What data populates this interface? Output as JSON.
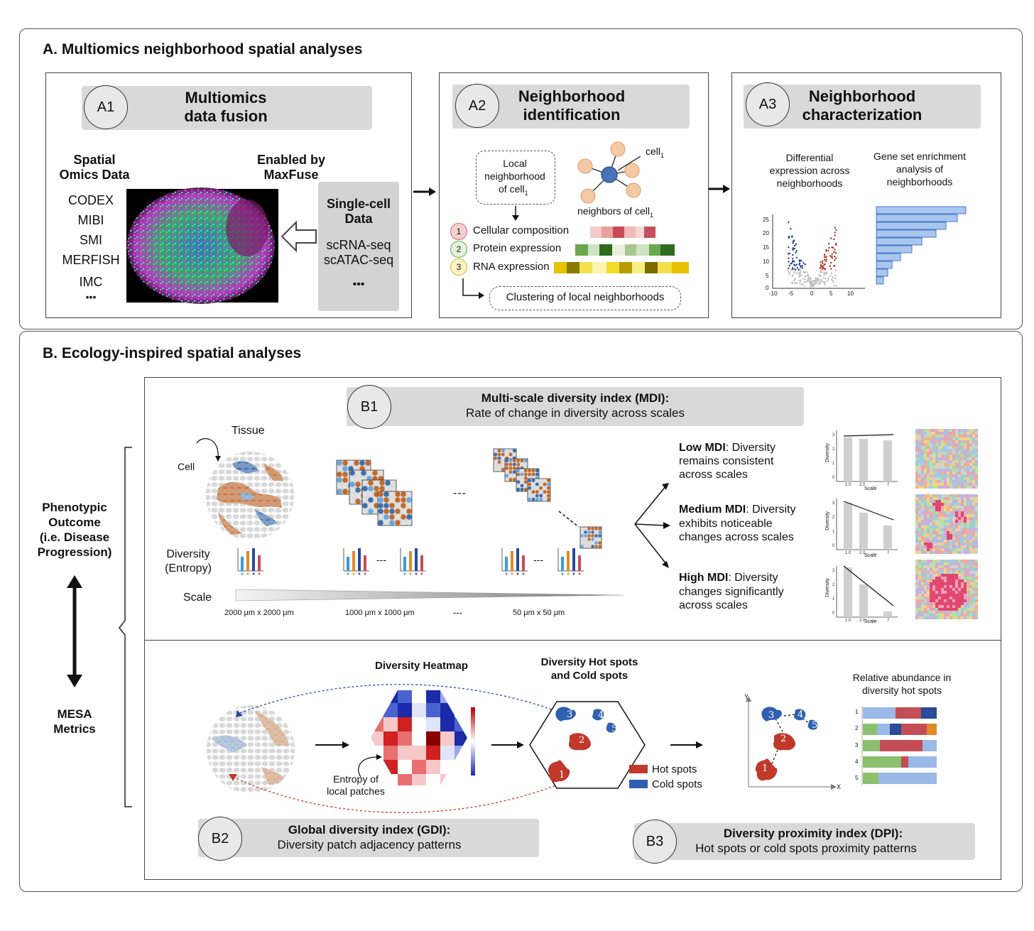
{
  "sectionA": {
    "title": "A. Multiomics neighborhood spatial analyses",
    "a1": {
      "badge": "A1",
      "title_l1": "Multiomics",
      "title_l2": "data fusion",
      "spatial_l1": "Spatial",
      "spatial_l2": "Omics Data",
      "spatial_list": [
        "CODEX",
        "MIBI",
        "SMI",
        "MERFISH",
        "IMC",
        "•••"
      ],
      "enabled_l1": "Enabled by",
      "enabled_l2": "MaxFuse",
      "sc_l1": "Single-cell",
      "sc_l2": "Data",
      "sc_list": [
        "scRNA-seq",
        "scATAC-seq",
        "•••"
      ]
    },
    "a2": {
      "badge": "A2",
      "title_l1": "Neighborhood",
      "title_l2": "identification",
      "local_l1": "Local",
      "local_l2": "neighborhood",
      "local_l3": "of cell",
      "sub1": "1",
      "cell_label": "cell",
      "neighbors_label": "neighbors of cell",
      "features": [
        {
          "num": "1",
          "label": "Cellular composition"
        },
        {
          "num": "2",
          "label": "Protein expression"
        },
        {
          "num": "3",
          "label": "RNA expression"
        }
      ],
      "clustering": "Clustering of local neighborhoods"
    },
    "a3": {
      "badge": "A3",
      "title_l1": "Neighborhood",
      "title_l2": "characterization",
      "diff_l1": "Differential",
      "diff_l2": "expression across",
      "diff_l3": "neighborhoods",
      "gsea_l1": "Gene set enrichment",
      "gsea_l2": "analysis of",
      "gsea_l3": "neighborhoods",
      "volcano_y_ticks": [
        "25",
        "20",
        "15",
        "10",
        "5",
        "0"
      ],
      "volcano_x_ticks": [
        "-10",
        "-5",
        "0",
        "5",
        "10"
      ]
    }
  },
  "sectionB": {
    "title": "B. Ecology-inspired spatial analyses",
    "left_l1": "Phenotypic",
    "left_l2": "Outcome",
    "left_l3": "(i.e. Disease",
    "left_l4": "Progression)",
    "mesa_l1": "MESA",
    "mesa_l2": "Metrics",
    "b1": {
      "badge": "B1",
      "title": "Multi-scale diversity index (MDI):",
      "subtitle": "Rate of change in diversity across scales",
      "tissue": "Tissue",
      "cell": "Cell",
      "diversity_l1": "Diversity",
      "diversity_l2": "(Entropy)",
      "scale": "Scale",
      "scales": [
        "2000 μm x 2000 μm",
        "1000 μm x 1000 μm",
        "---",
        "50 μm x 50 μm"
      ],
      "dots": "---",
      "low_b": "Low MDI",
      "low_l1": ": Diversity",
      "low_l2": "remains consistent",
      "low_l3": "across scales",
      "med_b": "Medium MDI",
      "med_l1": ": Diversity",
      "med_l2": "exhibits noticeable",
      "med_l3": "changes across scales",
      "high_b": "High MDI",
      "high_l1": ": Diversity",
      "high_l2": "changes significantly",
      "high_l3": "across scales",
      "mini_ylabel": "Diversity",
      "mini_xlabel": "Scale",
      "mini_xticks": [
        "1.0",
        "2.0",
        "...",
        "f"
      ]
    },
    "b2": {
      "badge": "B2",
      "title": "Global diversity index (GDI):",
      "subtitle": "Diversity patch adjacency patterns",
      "heatmap_title": "Diversity Heatmap",
      "entropy_l1": "Entropy of",
      "entropy_l2": "local patches",
      "hot_title_l1": "Diversity Hot spots",
      "hot_title_l2": "and Cold spots",
      "legend_hot": "Hot spots",
      "legend_cold": "Cold spots",
      "spot_labels": [
        "1",
        "2",
        "3",
        "4",
        "5"
      ]
    },
    "b3": {
      "badge": "B3",
      "title": "Diversity proximity index (DPI):",
      "subtitle": "Hot spots or cold spots proximity patterns",
      "abund_l1": "Relative abundance in",
      "abund_l2": "diversity hot spots",
      "axis_x": "X",
      "axis_y": "Y",
      "rows": [
        "1",
        "2",
        "3",
        "4",
        "5"
      ]
    }
  },
  "colors": {
    "hot": "#c0392b",
    "cold": "#2f5fb0",
    "header_gray": "#d9d9d9",
    "bar_blue": "#9ab8e8",
    "green": "#8cbf6e",
    "orange": "#e08a2c",
    "red_bar": "#c44d55",
    "navy": "#2a4a9a"
  }
}
